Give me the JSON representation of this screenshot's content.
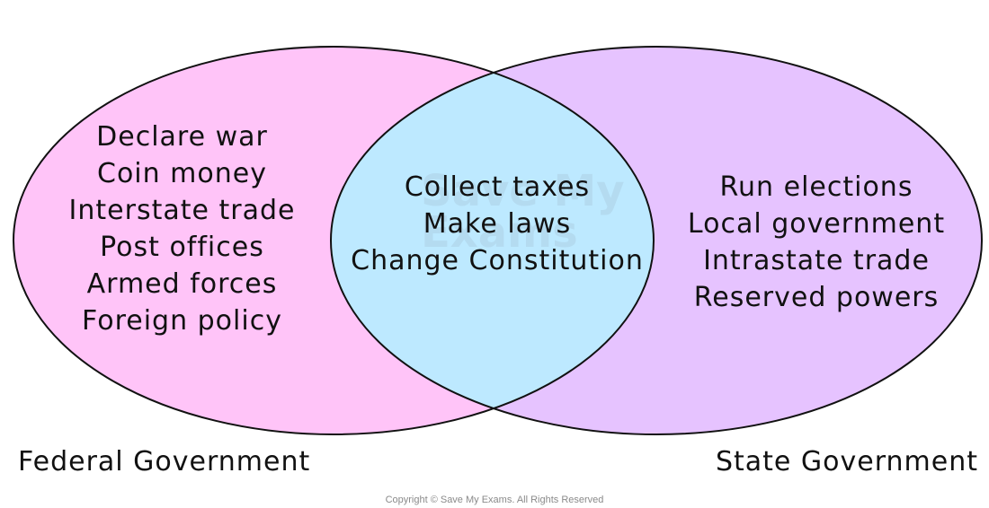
{
  "diagram": {
    "type": "venn",
    "colors": {
      "left_set": "#ffc4f8",
      "right_set": "#e6c3ff",
      "overlap": "#bde9ff",
      "outline": "#111111"
    },
    "left_set": {
      "label": "Federal Government",
      "items": [
        "Declare war",
        "Coin money",
        "Interstate trade",
        "Post offices",
        "Armed forces",
        "Foreign policy"
      ]
    },
    "overlap": {
      "items": [
        "Collect taxes",
        "Make laws",
        "Change Constitution"
      ]
    },
    "right_set": {
      "label": "State Government",
      "items": [
        "Run elections",
        "Local government",
        "Intrastate trade",
        "Reserved powers"
      ]
    }
  },
  "watermark": {
    "text": "Save My Exams",
    "line1": "Save My",
    "line2": "Exams"
  },
  "copyright": "Copyright © Save My Exams. All Rights Reserved"
}
